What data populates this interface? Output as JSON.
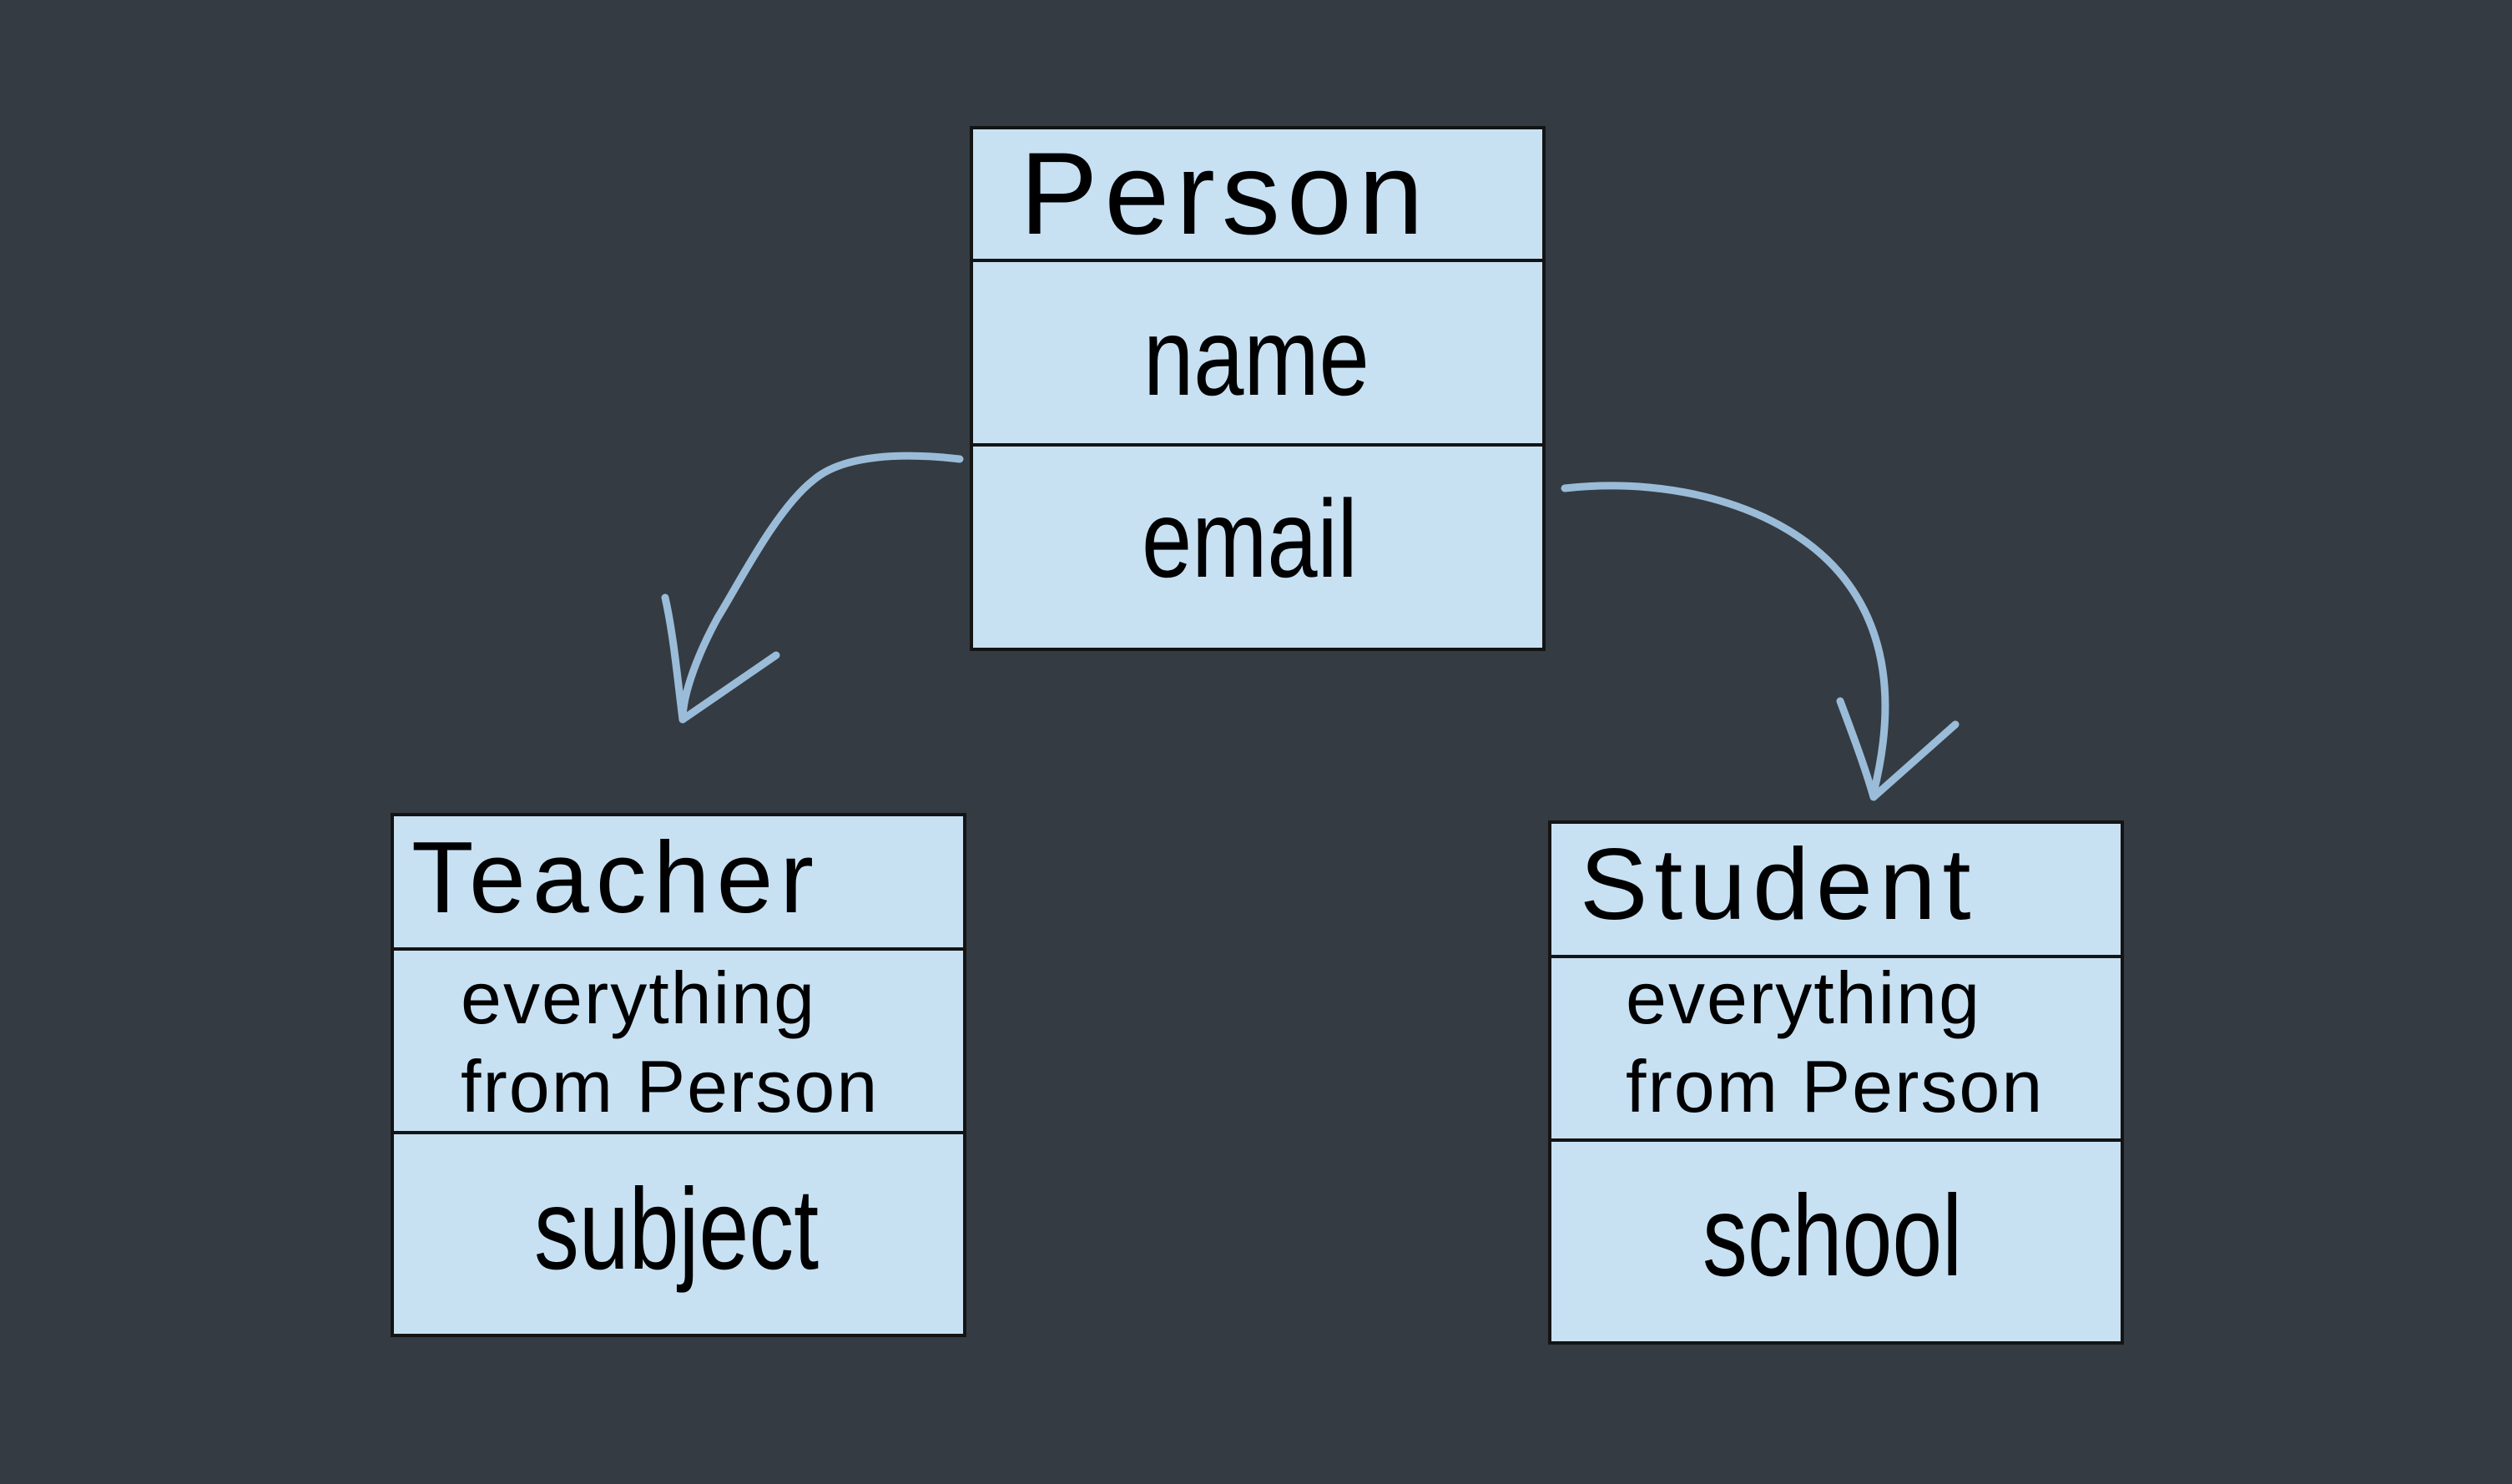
{
  "diagram": {
    "classes": [
      {
        "id": "person",
        "name": "Person",
        "compartments": [
          "name",
          "email"
        ]
      },
      {
        "id": "teacher",
        "name": "Teacher",
        "compartments": [
          "everything\nfrom Person",
          "subject"
        ]
      },
      {
        "id": "student",
        "name": "Student",
        "compartments": [
          "everything\nfrom Person",
          "school"
        ]
      }
    ],
    "arrows": [
      {
        "from": "Person",
        "to": "Teacher"
      },
      {
        "from": "Person",
        "to": "Student"
      }
    ],
    "colors": {
      "background": "#343b43",
      "box_fill": "#c7e1f3",
      "box_border": "#141414",
      "arrow": "#9bbcd8",
      "text": "#000000"
    }
  }
}
